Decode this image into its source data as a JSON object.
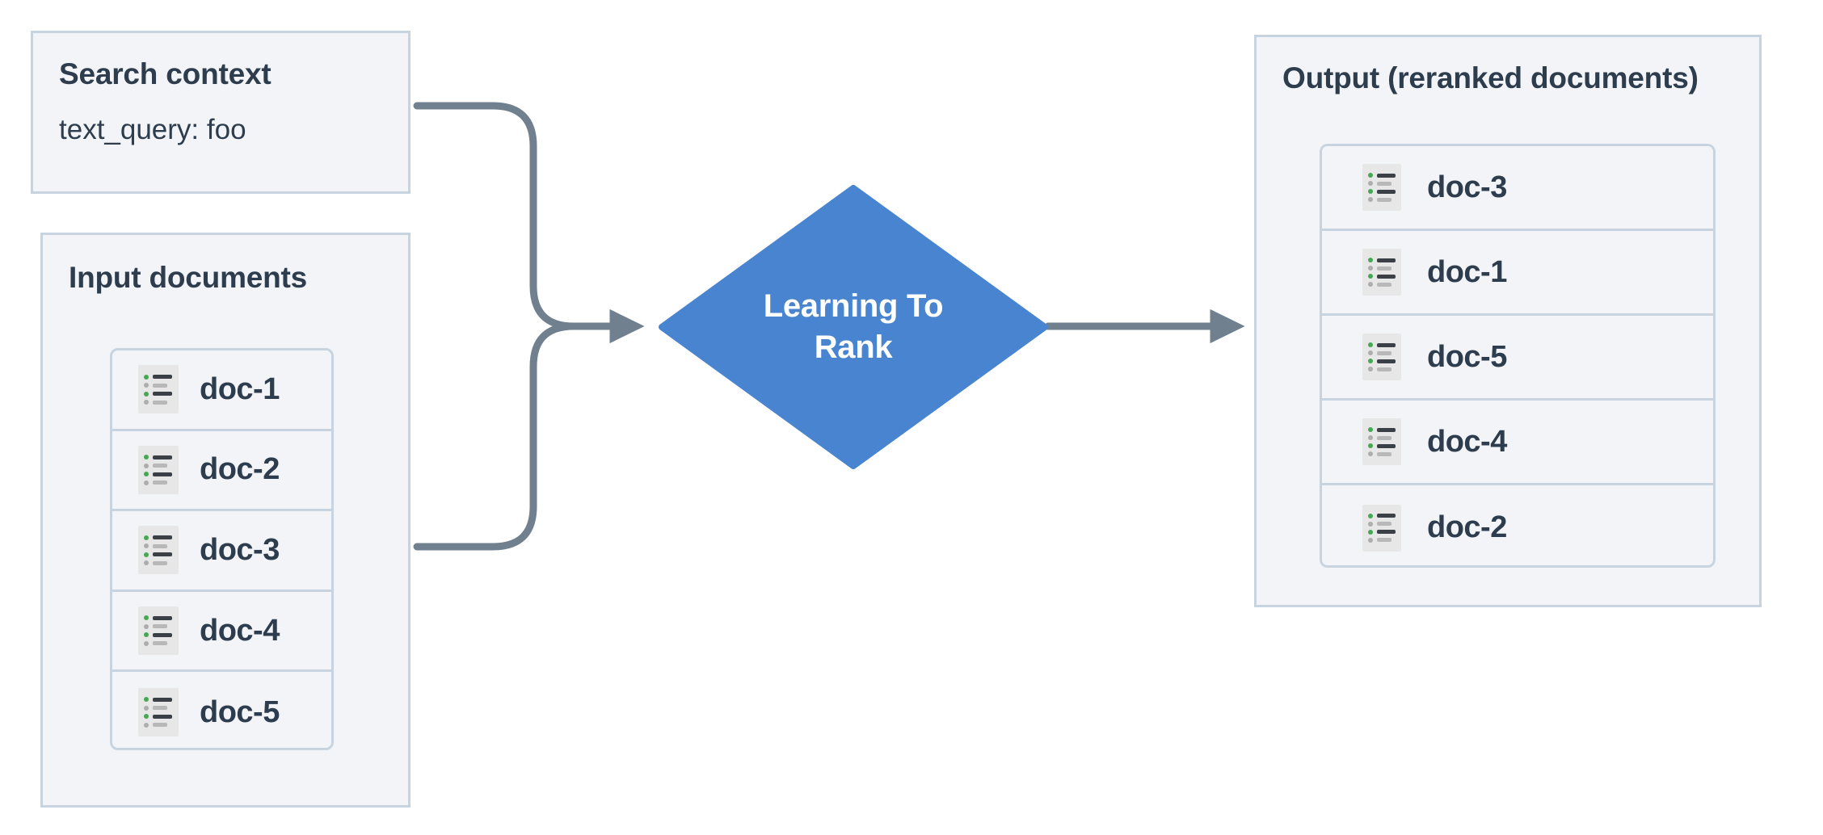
{
  "diagram": {
    "title": "Learning To Rank reranking flow",
    "colors": {
      "panel_fill": "#f2f4f7",
      "panel_border": "#c7d3df",
      "text": "#2e3d4d",
      "node_fill": "#4884cf",
      "node_text": "#ffffff",
      "connector": "#71808f",
      "icon_bg": "#e7e7e7",
      "icon_green": "#46a852",
      "icon_dark": "#3b4046",
      "icon_gray": "#b8b8b8"
    }
  },
  "search_context": {
    "title": "Search context",
    "query": "text_query: foo"
  },
  "input_documents": {
    "title": "Input documents",
    "docs": [
      {
        "label": "doc-1",
        "icon": "document-list-icon"
      },
      {
        "label": "doc-2",
        "icon": "document-list-icon"
      },
      {
        "label": "doc-3",
        "icon": "document-list-icon"
      },
      {
        "label": "doc-4",
        "icon": "document-list-icon"
      },
      {
        "label": "doc-5",
        "icon": "document-list-icon"
      }
    ]
  },
  "process_node": {
    "label": "Learning To Rank",
    "line1": "Learning To",
    "line2": "Rank",
    "shape": "diamond"
  },
  "output": {
    "title": "Output (reranked documents)",
    "docs": [
      {
        "label": "doc-3",
        "icon": "document-list-icon"
      },
      {
        "label": "doc-1",
        "icon": "document-list-icon"
      },
      {
        "label": "doc-5",
        "icon": "document-list-icon"
      },
      {
        "label": "doc-4",
        "icon": "document-list-icon"
      },
      {
        "label": "doc-2",
        "icon": "document-list-icon"
      }
    ]
  },
  "connectors": [
    {
      "name": "search-context-to-ltr",
      "from": "search_context",
      "to": "process_node"
    },
    {
      "name": "input-documents-to-ltr",
      "from": "input_documents",
      "to": "process_node"
    },
    {
      "name": "ltr-to-output",
      "from": "process_node",
      "to": "output"
    }
  ]
}
